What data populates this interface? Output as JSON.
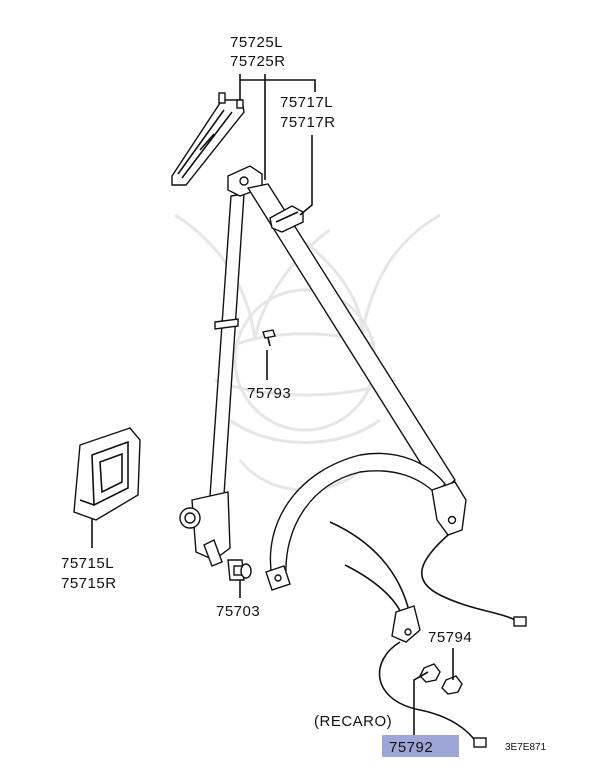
{
  "labels": {
    "belt_upper_l": "75725L",
    "belt_upper_r": "75725R",
    "anchor_l": "75717L",
    "anchor_r": "75717R",
    "screw": "75793",
    "cover_l": "75715L",
    "cover_r": "75715R",
    "bolt": "75703",
    "nut": "75794",
    "variant": "(RECARO)",
    "buckle": "75792",
    "diagram_code": "3E7E871"
  },
  "colors": {
    "highlight": "#9ea6d8",
    "line": "#111111",
    "watermark": "#e6e6e6"
  }
}
